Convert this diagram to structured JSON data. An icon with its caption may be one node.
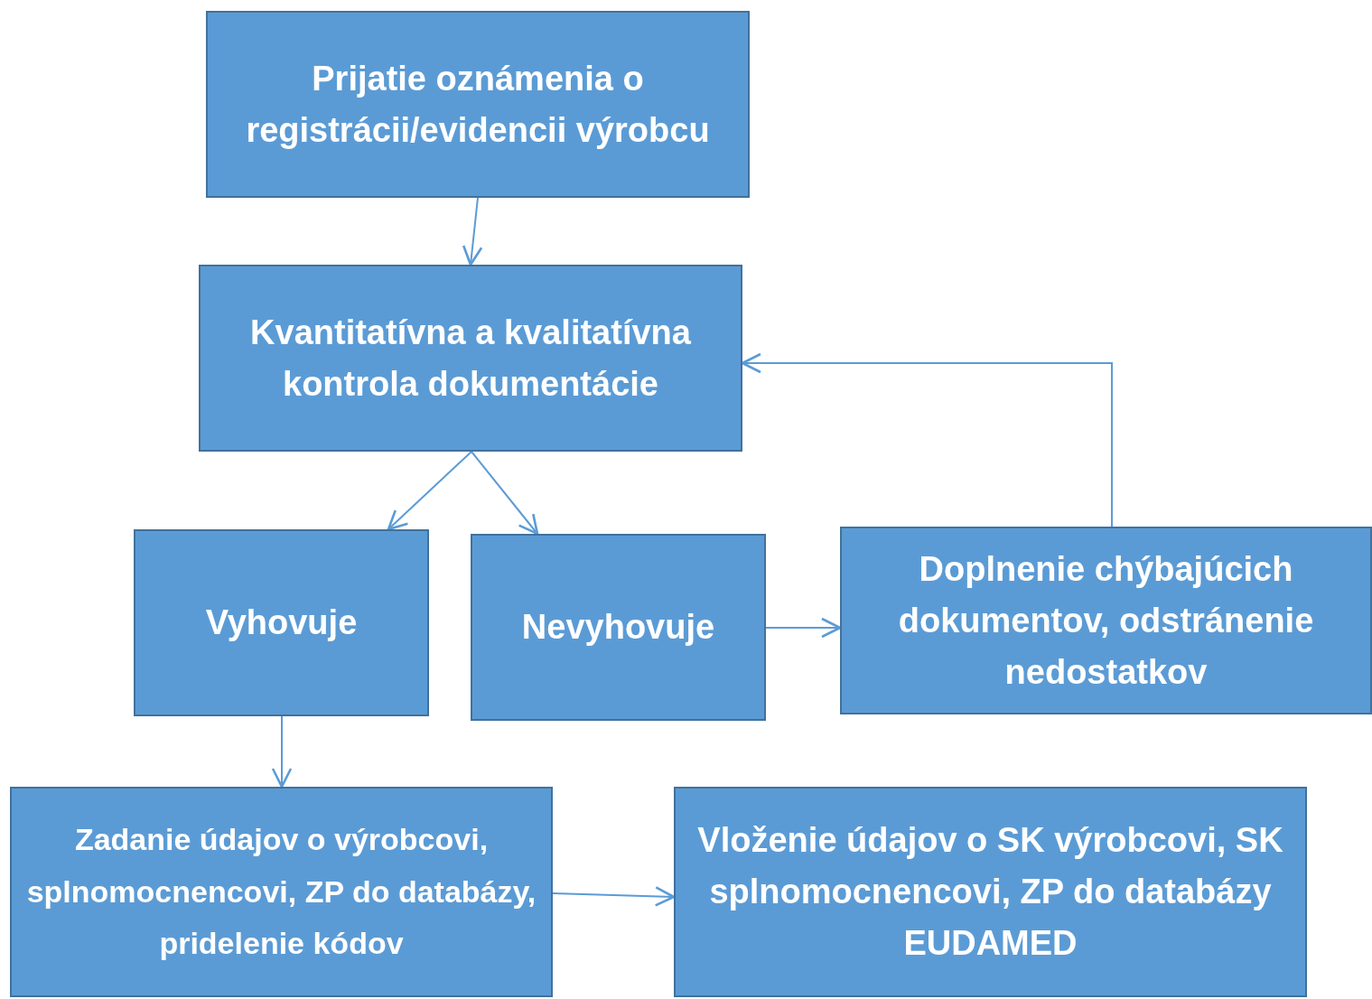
{
  "diagram": {
    "nodes": [
      {
        "text": [
          "Prijatie oznámenia o registrácii/evidencii výrobcu"
        ]
      },
      {
        "text": [
          "Kvantitatívna a kvalitatívna kontrola dokumentácie"
        ]
      },
      {
        "text": [
          "Vyhovuje"
        ]
      },
      {
        "text": [
          "Nevyhovuje"
        ]
      },
      {
        "text": [
          "Doplnenie chýbajúcich dokumentov, odstránenie nedostatkov"
        ]
      },
      {
        "text": [
          "Zadanie údajov o výrobcovi, splnomocnencovi, ZP do databázy, pridelenie kódov"
        ]
      },
      {
        "text": [
          "Vloženie údajov o SK výrobcovi, SK splnomocnencovi, ZP do databázy EUDAMED"
        ]
      }
    ],
    "edges": [
      {
        "from": 0,
        "to": 1,
        "arrow": "to"
      },
      {
        "from": 1,
        "to": 2,
        "arrow": "to"
      },
      {
        "from": 1,
        "to": 3,
        "arrow": "to"
      },
      {
        "from": 3,
        "to": 4,
        "arrow": "to"
      },
      {
        "from": 4,
        "to": 1,
        "arrow": "to"
      },
      {
        "from": 2,
        "to": 5,
        "arrow": "to"
      },
      {
        "from": 5,
        "to": 6,
        "arrow": "to"
      }
    ]
  }
}
